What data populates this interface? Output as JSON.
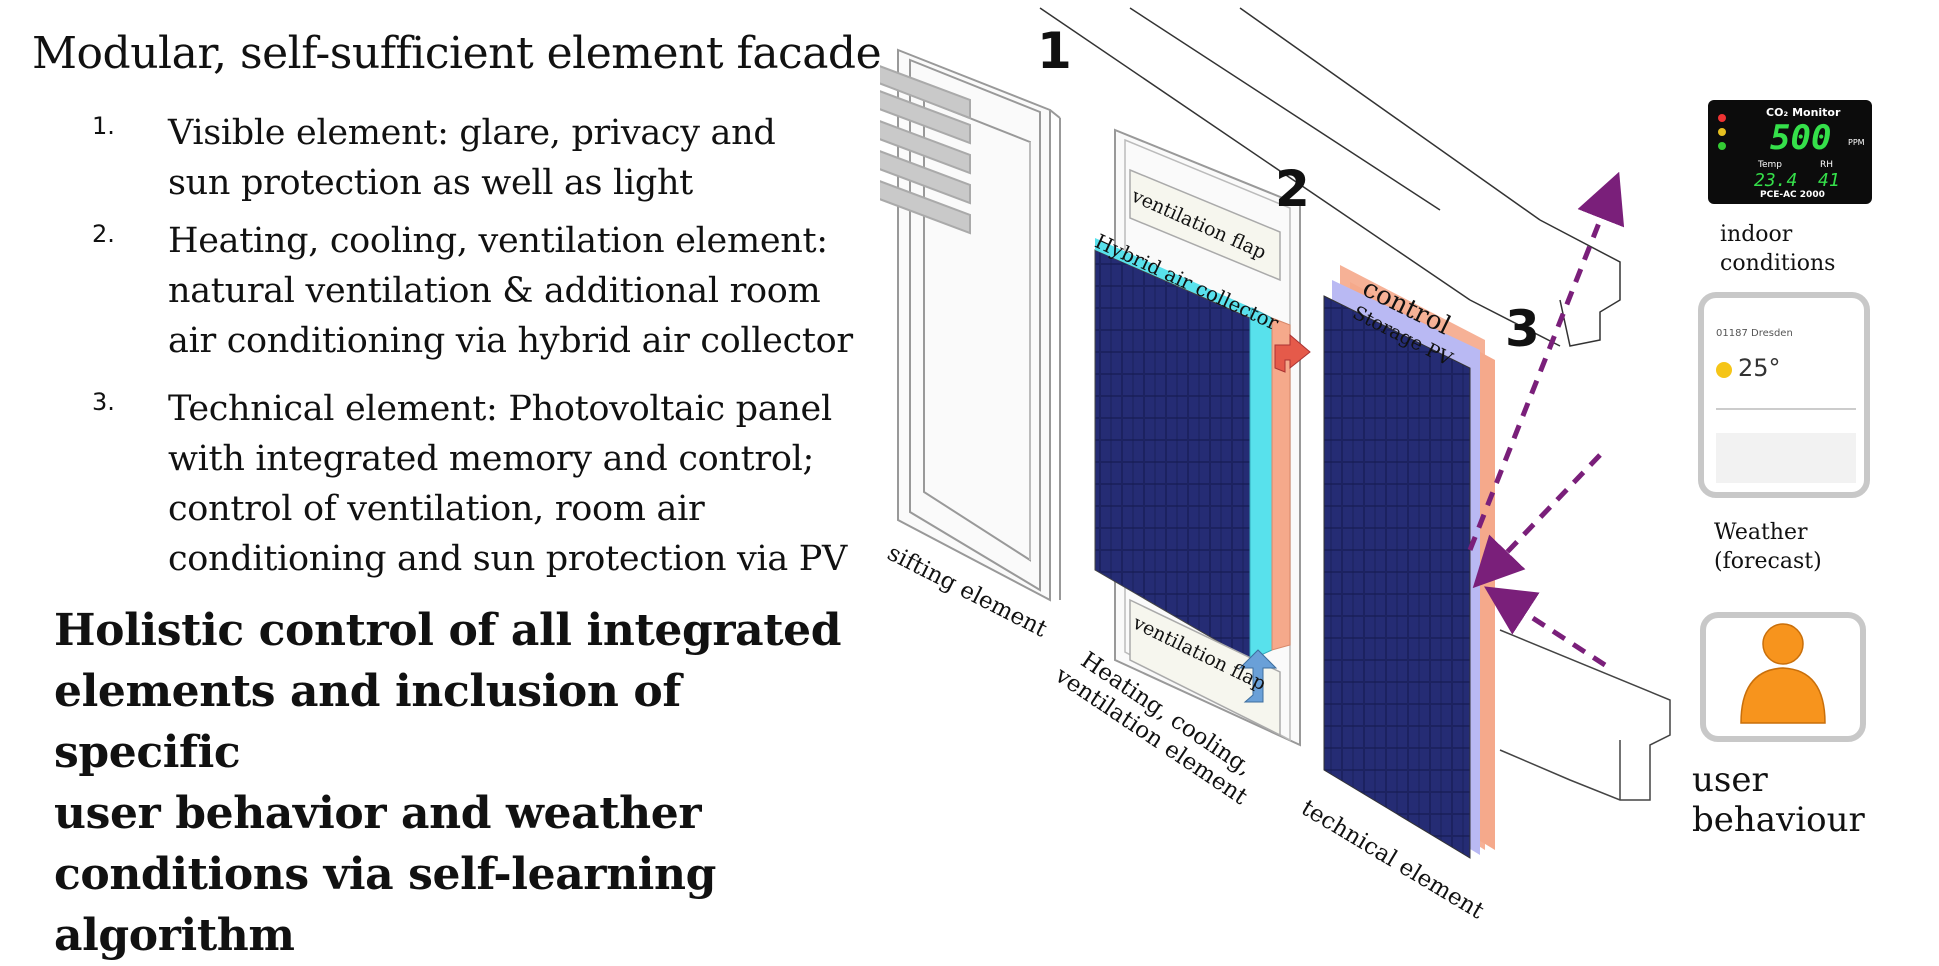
{
  "title": "Modular, self-sufficient element facade",
  "items": [
    {
      "num": "1.",
      "text": "Visible element: glare, privacy and\nsun protection as well as light"
    },
    {
      "num": "2.",
      "text": "Heating, cooling, ventilation element:\nnatural ventilation & additional room\nair conditioning via hybrid air collector"
    },
    {
      "num": "3.",
      "text": "Technical element: Photovoltaic panel\nwith integrated memory and control;\ncontrol of ventilation, room air\nconditioning and sun protection via PV"
    }
  ],
  "summary": "Holistic control of all integrated\nelements and inclusion of specific\nuser behavior and weather\nconditions via self-learning\nalgorithm",
  "diagram": {
    "numbers": [
      "1",
      "2",
      "3"
    ],
    "labels": {
      "sifting": "sifting element",
      "heating": "Heating, cooling,\nventilation element",
      "technical": "technical element",
      "flap_top": "ventilation flap",
      "flap_bottom": "ventilation flap",
      "hybrid": "Hybrid air collector",
      "control": "control",
      "storage": "Storage PV"
    },
    "indoor": {
      "label": "indoor\nconditions",
      "device_title": "CO₂ Monitor",
      "value": "500",
      "unit": "PPM",
      "temp_label": "Temp",
      "rh_label": "RH",
      "temp": "23.4",
      "rh": "41",
      "model": "PCE-AC 2000"
    },
    "weather": {
      "label": "Weather\n(forecast)",
      "city": "01187 Dresden",
      "temp": "25°"
    },
    "user": {
      "label": "user behaviour"
    },
    "colors": {
      "arrow": "#7a1f7a",
      "hybrid": "#58e1ec",
      "control": "#f5a98b",
      "storage": "#b9b9f3",
      "pv": "#1c2260",
      "person": "#f7941d"
    }
  }
}
